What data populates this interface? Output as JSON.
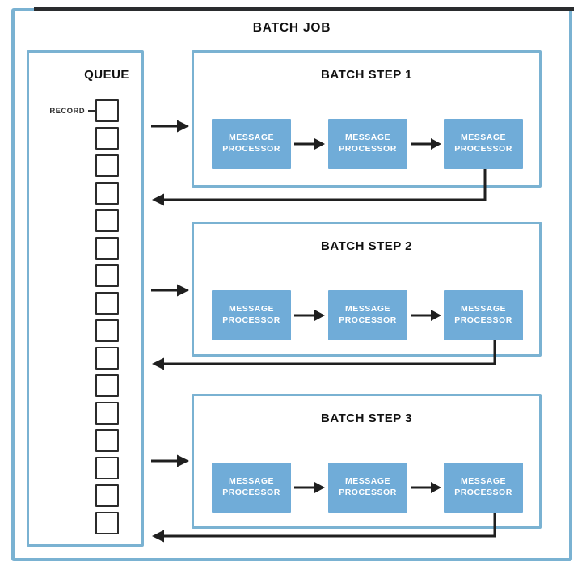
{
  "diagram": {
    "title": "BATCH JOB",
    "queue": {
      "title": "QUEUE",
      "record_label": "RECORD",
      "record_count": 16
    },
    "steps": [
      {
        "title": "BATCH STEP 1"
      },
      {
        "title": "BATCH STEP 2"
      },
      {
        "title": "BATCH STEP 3"
      }
    ],
    "processor_label": {
      "line1": "MESSAGE",
      "line2": "PROCESSOR"
    },
    "colors": {
      "box_border_blue": "#7ab2d2",
      "processor_fill": "#70acd8",
      "processor_text": "#ffffff",
      "arrow_black": "#1f1f1f",
      "title_text": "#111111",
      "top_edge_dark": "#2a2c2e"
    }
  }
}
